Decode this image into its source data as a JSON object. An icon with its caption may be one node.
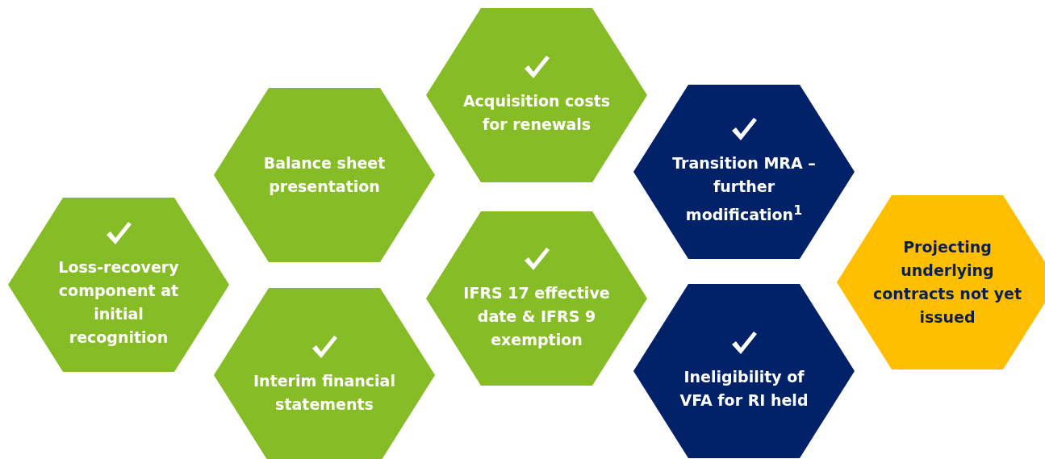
{
  "diagram": {
    "nodes": [
      {
        "text": [
          "Loss-recovery component at initial recognition"
        ]
      },
      {
        "text": [
          "Balance sheet presentation"
        ]
      },
      {
        "text": [
          "Interim financial statements"
        ]
      },
      {
        "text": [
          "Acquisition costs for renewals"
        ]
      },
      {
        "text": [
          "IFRS 17 effective date & IFRS 9 exemption"
        ]
      },
      {
        "text": [
          "Transition MRA – further modification$^{1}$"
        ]
      },
      {
        "text": [
          "Ineligibility of VFA for RI held"
        ]
      },
      {
        "text": [
          "Projecting underlying contracts not yet issued"
        ]
      }
    ]
  }
}
